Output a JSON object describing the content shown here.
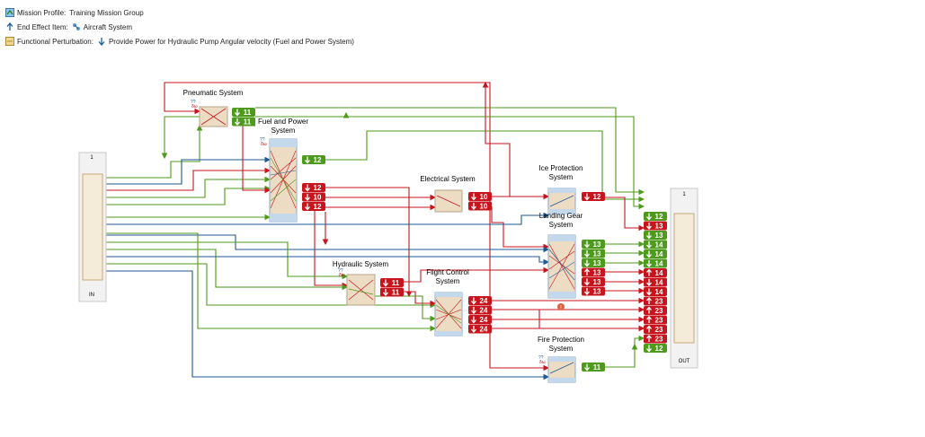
{
  "legend": {
    "mission_profile_label": "Mission Profile:",
    "mission_profile_value": "Training Mission Group",
    "end_effect_label": "End Effect Item:",
    "end_effect_value": "Aircraft System",
    "perturbation_label": "Functional Perturbation:",
    "perturbation_value": "Provide Power for Hydraulic Pump Angular velocity  (Fuel and Power System)"
  },
  "colors": {
    "green": "#4e9a1c",
    "red": "#c8141c",
    "blue": "#1c5a94",
    "box_fill": "#ecdcc4",
    "box_blue": "#c4d8ec",
    "io_fill": "#f4ecd8"
  },
  "io": {
    "in": {
      "number": "1",
      "label": "IN"
    },
    "out": {
      "number": "1",
      "label": "OUT"
    }
  },
  "systems": {
    "pneumatic": {
      "name": "Pneumatic System",
      "outputs": [
        {
          "dir": "down",
          "color": "green",
          "value": "11"
        },
        {
          "dir": "down",
          "color": "green",
          "value": "11"
        }
      ]
    },
    "fuel_power": {
      "name": "Fuel and Power System",
      "outputs": [
        {
          "dir": "down",
          "color": "green",
          "value": "12"
        },
        {
          "dir": "down",
          "color": "red",
          "value": "12"
        },
        {
          "dir": "down",
          "color": "red",
          "value": "10"
        },
        {
          "dir": "down",
          "color": "red",
          "value": "12"
        }
      ]
    },
    "electrical": {
      "name": "Electrical System",
      "outputs": [
        {
          "dir": "down",
          "color": "red",
          "value": "10"
        },
        {
          "dir": "down",
          "color": "red",
          "value": "10"
        }
      ]
    },
    "ice_protection": {
      "name": "Ice Protection System",
      "outputs": [
        {
          "dir": "down",
          "color": "red",
          "value": "12"
        }
      ]
    },
    "landing_gear": {
      "name": "Landing Gear System",
      "badge": "!",
      "outputs": [
        {
          "dir": "down",
          "color": "green",
          "value": "13"
        },
        {
          "dir": "down",
          "color": "green",
          "value": "13"
        },
        {
          "dir": "down",
          "color": "green",
          "value": "13"
        },
        {
          "dir": "up",
          "color": "red",
          "value": "13"
        },
        {
          "dir": "down",
          "color": "red",
          "value": "13"
        },
        {
          "dir": "down",
          "color": "red",
          "value": "13"
        }
      ]
    },
    "hydraulic": {
      "name": "Hydraulic System",
      "outputs": [
        {
          "dir": "down",
          "color": "red",
          "value": "11"
        },
        {
          "dir": "down",
          "color": "red",
          "value": "11"
        }
      ]
    },
    "flight_control": {
      "name": "Flight Control System",
      "outputs": [
        {
          "dir": "down",
          "color": "red",
          "value": "24"
        },
        {
          "dir": "down",
          "color": "red",
          "value": "24"
        },
        {
          "dir": "down",
          "color": "red",
          "value": "24"
        },
        {
          "dir": "down",
          "color": "red",
          "value": "24"
        }
      ]
    },
    "fire_protection": {
      "name": "Fire Protection System",
      "outputs": [
        {
          "dir": "down",
          "color": "green",
          "value": "11"
        }
      ]
    }
  },
  "out_badges": [
    {
      "dir": "down",
      "color": "green",
      "value": "12"
    },
    {
      "dir": "down",
      "color": "red",
      "value": "13"
    },
    {
      "dir": "down",
      "color": "green",
      "value": "13"
    },
    {
      "dir": "down",
      "color": "green",
      "value": "14"
    },
    {
      "dir": "down",
      "color": "green",
      "value": "14"
    },
    {
      "dir": "down",
      "color": "green",
      "value": "14"
    },
    {
      "dir": "up",
      "color": "red",
      "value": "14"
    },
    {
      "dir": "down",
      "color": "red",
      "value": "14"
    },
    {
      "dir": "down",
      "color": "red",
      "value": "14"
    },
    {
      "dir": "up",
      "color": "red",
      "value": "23"
    },
    {
      "dir": "up",
      "color": "red",
      "value": "23"
    },
    {
      "dir": "up",
      "color": "red",
      "value": "23"
    },
    {
      "dir": "up",
      "color": "red",
      "value": "23"
    },
    {
      "dir": "up",
      "color": "red",
      "value": "23"
    },
    {
      "dir": "down",
      "color": "green",
      "value": "12"
    }
  ]
}
